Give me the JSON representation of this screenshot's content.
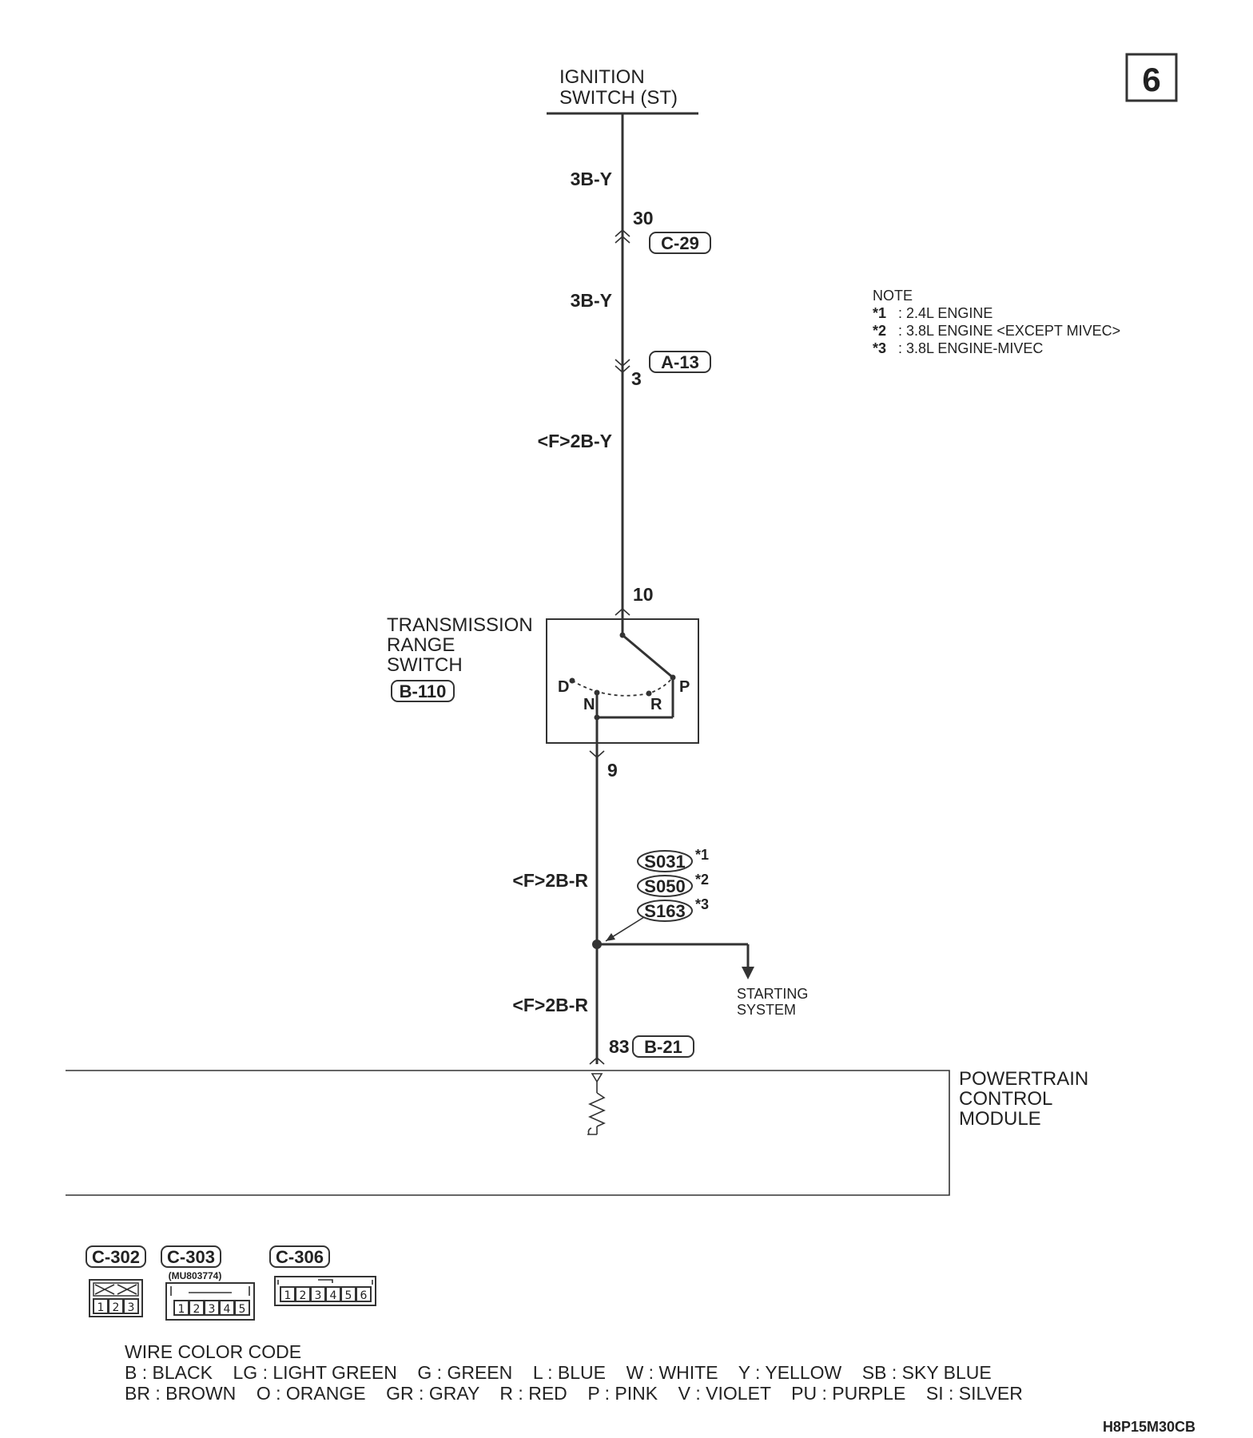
{
  "page_number": "6",
  "ignition": {
    "line1": "IGNITION",
    "line2": "SWITCH (ST)"
  },
  "wires": {
    "w1": "3B-Y",
    "w2": "3B-Y",
    "w3": "<F>2B-Y",
    "w4": "<F>2B-R",
    "w5": "<F>2B-R"
  },
  "connectors": {
    "c29": {
      "pin": "30",
      "id": "C-29"
    },
    "a13": {
      "pin": "3",
      "id": "A-13"
    },
    "b21": {
      "pin": "83",
      "id": "B-21"
    }
  },
  "note": {
    "title": "NOTE",
    "items": [
      {
        "mark": "*1",
        "text": ": 2.4L ENGINE"
      },
      {
        "mark": "*2",
        "text": ": 3.8L ENGINE <EXCEPT MIVEC>"
      },
      {
        "mark": "*3",
        "text": ": 3.8L ENGINE-MIVEC"
      }
    ]
  },
  "trs": {
    "line1": "TRANSMISSION",
    "line2": "RANGE",
    "line3": "SWITCH",
    "connector": "B-110",
    "pin_in": "10",
    "pin_out": "9",
    "positions": {
      "d": "D",
      "n": "N",
      "r": "R",
      "p": "P"
    }
  },
  "splices": [
    {
      "id": "S031",
      "mark": "*1"
    },
    {
      "id": "S050",
      "mark": "*2"
    },
    {
      "id": "S163",
      "mark": "*3"
    }
  ],
  "starting": {
    "line1": "STARTING",
    "line2": "SYSTEM"
  },
  "pcm": {
    "line1": "POWERTRAIN",
    "line2": "CONTROL",
    "line3": "MODULE"
  },
  "connector_views": [
    {
      "id": "C-302",
      "part": "",
      "pins": [
        "1",
        "2",
        "3"
      ]
    },
    {
      "id": "C-303",
      "part": "(MU803774)",
      "pins": [
        "1",
        "2",
        "3",
        "4",
        "5"
      ]
    },
    {
      "id": "C-306",
      "part": "",
      "pins": [
        "1",
        "2",
        "3",
        "4",
        "5",
        "6"
      ]
    }
  ],
  "wire_color_code": {
    "title": "WIRE COLOR CODE",
    "line1": "B : BLACK    LG : LIGHT GREEN    G : GREEN    L : BLUE    W : WHITE    Y : YELLOW    SB : SKY BLUE",
    "line2": "BR : BROWN    O : ORANGE    GR : GRAY    R : RED    P : PINK    V : VIOLET    PU : PURPLE    SI : SILVER"
  },
  "figure_code": "H8P15M30CB"
}
